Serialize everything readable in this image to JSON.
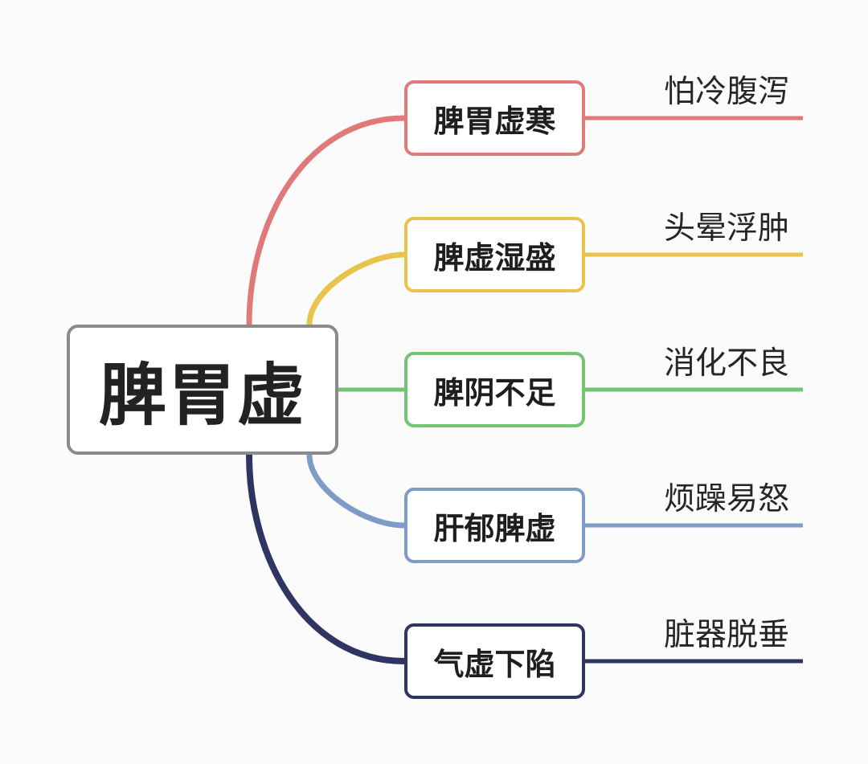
{
  "root": {
    "label": "脾胃虚",
    "border_color": "#8a8a8a"
  },
  "branches": [
    {
      "label": "脾胃虚寒",
      "leaf": "怕冷腹泻",
      "color": "#e07a7a"
    },
    {
      "label": "脾虚湿盛",
      "leaf": "头晕浮肿",
      "color": "#e8c44a"
    },
    {
      "label": "脾阴不足",
      "leaf": "消化不良",
      "color": "#74c474"
    },
    {
      "label": "肝郁脾虚",
      "leaf": "烦躁易怒",
      "color": "#7f9cc8"
    },
    {
      "label": "气虚下陷",
      "leaf": "脏器脱垂",
      "color": "#2f3563"
    }
  ]
}
